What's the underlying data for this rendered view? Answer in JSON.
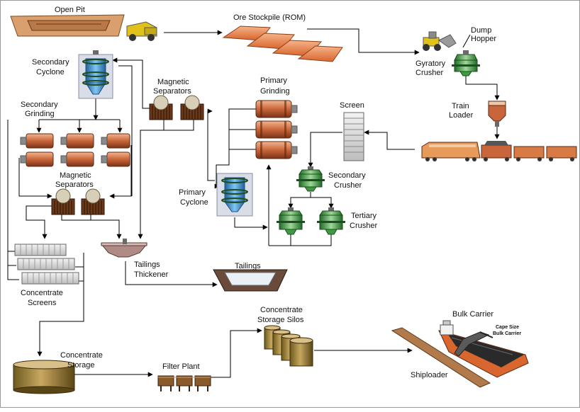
{
  "diagram": {
    "labels": {
      "open_pit": "Open Pit",
      "ore_stockpile": "Ore Stockpile (ROM)",
      "dump_hopper_1": "Dump",
      "dump_hopper_2": "Hopper",
      "gyratory_1": "Gyratory",
      "gyratory_2": "Crusher",
      "train_loader_1": "Train",
      "train_loader_2": "Loader",
      "screen": "Screen",
      "secondary_crusher_1": "Secondary",
      "secondary_crusher_2": "Crusher",
      "tertiary_crusher_1": "Tertiary",
      "tertiary_crusher_2": "Crusher",
      "primary_grinding_1": "Primary",
      "primary_grinding_2": "Grinding",
      "primary_cyclone_1": "Primary",
      "primary_cyclone_2": "Cyclone",
      "magnetic_sep_top_1": "Magnetic",
      "magnetic_sep_top_2": "Separators",
      "secondary_cyclone_1": "Secondary",
      "secondary_cyclone_2": "Cyclone",
      "secondary_grinding_1": "Secondary",
      "secondary_grinding_2": "Grinding",
      "magnetic_sep_low_1": "Magnetic",
      "magnetic_sep_low_2": "Separators",
      "tailings_thickener_1": "Tailings",
      "tailings_thickener_2": "Thickener",
      "tailings": "Tailings",
      "concentrate_screens_1": "Concentrate",
      "concentrate_screens_2": "Screens",
      "concentrate_storage_1": "Concentrate",
      "concentrate_storage_2": "Storage",
      "filter_plant": "Filter Plant",
      "storage_silos_1": "Concentrate",
      "storage_silos_2": "Storage Silos",
      "bulk_carrier": "Bulk Carrier",
      "cape_size_1": "Cape Size",
      "cape_size_2": "Bulk Carrier",
      "shiploader": "Shiploader"
    },
    "colors": {
      "ore": "#e8834a",
      "mill": "#c9653a",
      "cyclone": "#3a8fd0",
      "crusher": "#3f9a44",
      "thickener": "#b08a84",
      "truck": "#e0c21a",
      "hull": "#d8662e"
    }
  }
}
